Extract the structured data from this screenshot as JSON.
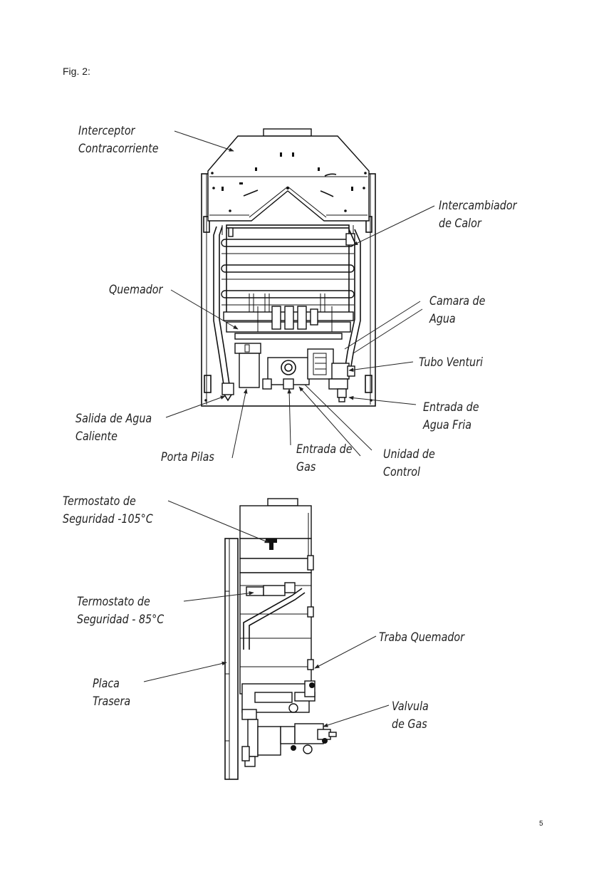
{
  "figure": {
    "label": "Fig. 2:"
  },
  "page": {
    "number": "5"
  },
  "front_view": {
    "labels": {
      "interceptor": [
        "Interceptor",
        "Contracorriente"
      ],
      "intercambiador": [
        "Intercambiador",
        "de Calor"
      ],
      "quemador": [
        "Quemador"
      ],
      "camara": [
        "Camara de",
        "Agua"
      ],
      "venturi": [
        "Tubo Venturi"
      ],
      "entrada_agua": [
        "Entrada de",
        "Agua Fria"
      ],
      "salida_agua": [
        "Salida de Agua",
        "Caliente"
      ],
      "porta_pilas": [
        "Porta Pilas"
      ],
      "entrada_gas": [
        "Entrada de",
        "Gas"
      ],
      "unidad_control": [
        "Unidad de",
        "Control"
      ]
    }
  },
  "side_view": {
    "labels": {
      "termostato_105": [
        "Termostato de",
        "Seguridad -105°C"
      ],
      "termostato_85": [
        "Termostato de",
        "Seguridad - 85°C"
      ],
      "traba_quemador": [
        "Traba Quemador"
      ],
      "placa_trasera": [
        "Placa",
        "Trasera"
      ],
      "valvula_gas": [
        "Valvula",
        "de Gas"
      ]
    }
  }
}
